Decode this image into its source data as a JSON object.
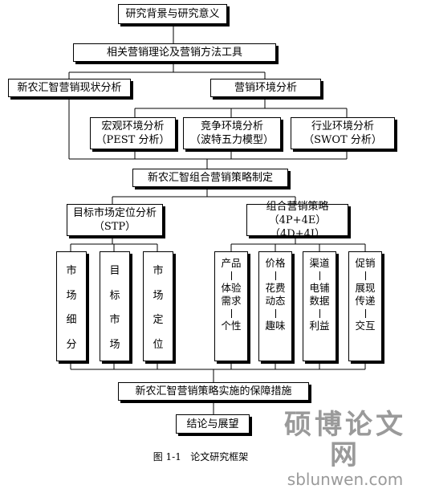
{
  "diagram": {
    "research_background": "研究背景与研究意义",
    "theory_tools": "相关营销理论及营销方法工具",
    "status_analysis": "新农汇智营销现状分析",
    "environment_analysis": "营销环境分析",
    "macro": {
      "line1": "宏观环境分析",
      "line2": "（PEST 分析）"
    },
    "competitive": {
      "line1": "竞争环境分析",
      "line2": "（波特五力模型）"
    },
    "industry": {
      "line1": "行业环境分析",
      "line2": "（SWOT 分析）"
    },
    "strategy_formulation": "新农汇智组合营销策略制定",
    "target_market": {
      "line1": "目标市场定位分析",
      "line2": "（STP）"
    },
    "combination": {
      "line1": "组合营销策略",
      "line2": "（4P+4E）（4D+4I）"
    },
    "stp_items": [
      [
        "市",
        "场",
        "细",
        "分"
      ],
      [
        "目",
        "标",
        "市",
        "场"
      ],
      [
        "市",
        "场",
        "定",
        "位"
      ]
    ],
    "strategy_items": [
      {
        "head": "产品",
        "body": [
          "体验",
          "需求"
        ],
        "tail": "个性"
      },
      {
        "head": "价格",
        "body": [
          "花费",
          "动态"
        ],
        "tail": "趣味"
      },
      {
        "head": "渠道",
        "body": [
          "电铺",
          "数据"
        ],
        "tail": "利益"
      },
      {
        "head": "促销",
        "body": [
          "展现",
          "传递"
        ],
        "tail": "交互"
      }
    ],
    "safeguards": "新农汇智营销策略实施的保障措施",
    "conclusion": "结论与展望"
  },
  "caption": {
    "number": "图 1-1",
    "text": "论文研究框架"
  },
  "watermark": {
    "cn": "硕博论文网",
    "en": "sblunwen.com"
  }
}
